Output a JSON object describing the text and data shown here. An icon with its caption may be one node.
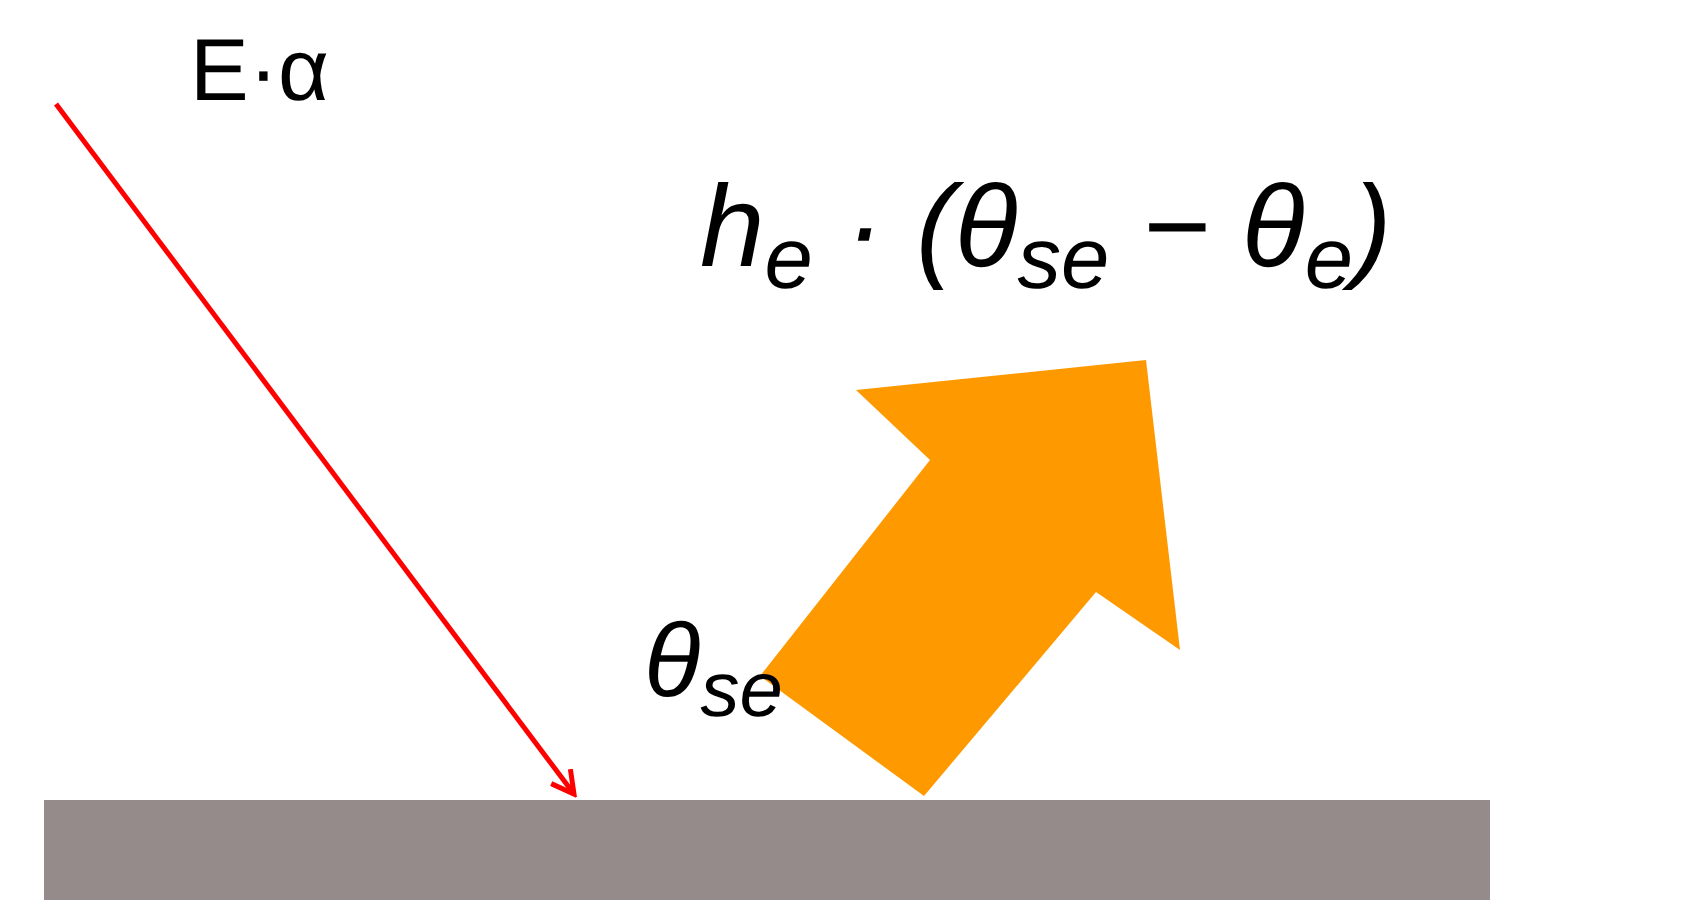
{
  "diagram": {
    "nodes": [
      {
        "text": [],
        "shape": "bar"
      },
      {
        "text": [
          "h$_{e}$ · (θ$_{se}$ − θ$_{e}$)"
        ]
      }
    ],
    "edges": [
      {
        "from": null,
        "to": 0,
        "arrow": "to",
        "label": "E·α",
        "color": "#ff0000"
      },
      {
        "from": 0,
        "to": 1,
        "arrow": "to",
        "style": "thick",
        "color": "#ff9900"
      }
    ],
    "labels": [
      "θ$_{se}$"
    ]
  }
}
